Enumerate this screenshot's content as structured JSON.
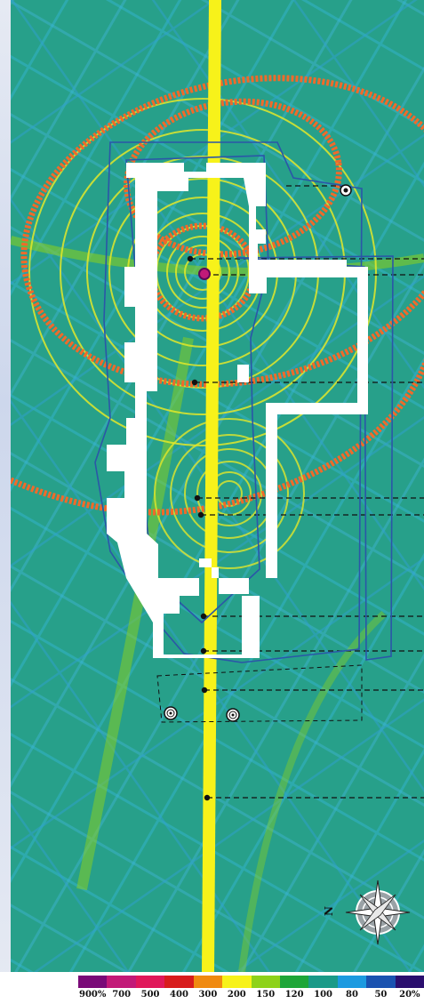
{
  "map": {
    "background_color": "#27a08a",
    "axis_color": "#f7f21a",
    "isoline_color": "#f06a2a",
    "wall_color": "#ffffff",
    "outline_color": "#2b56a8",
    "north_label": "N",
    "icons": {
      "compass": "compass-rose-icon",
      "survey_points": "concentric-circle-marker-icon",
      "reference_points": "black-dot-marker-icon"
    }
  },
  "legend": {
    "entries": [
      {
        "label": "900%",
        "color": "#7a0a78"
      },
      {
        "label": "700",
        "color": "#c21a78"
      },
      {
        "label": "500",
        "color": "#e0185a"
      },
      {
        "label": "400",
        "color": "#d81c1c"
      },
      {
        "label": "300",
        "color": "#f08a10"
      },
      {
        "label": "200",
        "color": "#f7f21a"
      },
      {
        "label": "150",
        "color": "#8ed21a"
      },
      {
        "label": "120",
        "color": "#1ea638"
      },
      {
        "label": "100",
        "color": "#1a9a88"
      },
      {
        "label": "80",
        "color": "#1c9ae0"
      },
      {
        "label": "50",
        "color": "#1a52b0"
      },
      {
        "label": "20%",
        "color": "#2a0e6e"
      }
    ]
  }
}
